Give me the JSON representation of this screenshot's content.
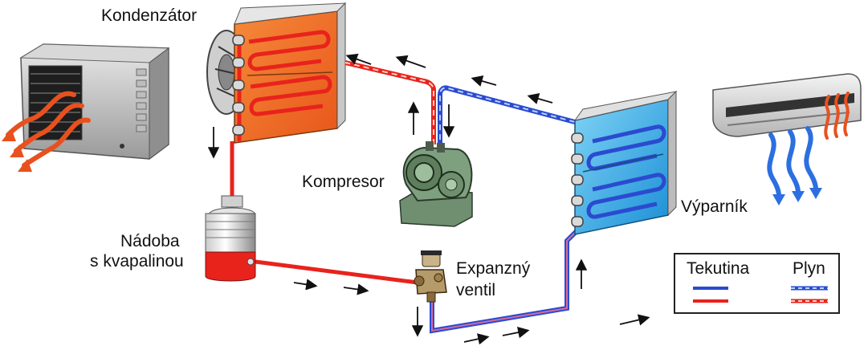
{
  "labels": {
    "condenser": "Kondenzátor",
    "compressor": "Kompresor",
    "receiver_line1": "Nádoba",
    "receiver_line2": "s kvapalinou",
    "expansion_line1": "Expanzný",
    "expansion_line2": "ventil",
    "evaporator": "Výparník"
  },
  "legend": {
    "liquid": "Tekutina",
    "gas": "Plyn"
  },
  "colors": {
    "hot_refrigerant": "#e8231c",
    "cold_refrigerant": "#2a4bd0",
    "condenser_fins": "#f06a2a",
    "evaporator_fins": "#29a9e6",
    "arrow_hot": "#e8511e",
    "arrow_cold": "#2c6fe0"
  }
}
